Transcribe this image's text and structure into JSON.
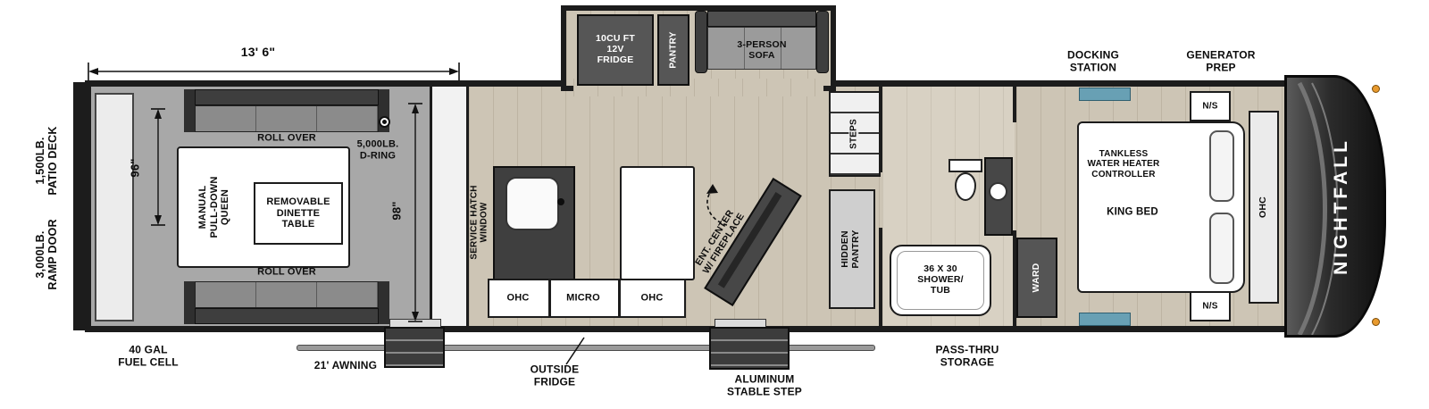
{
  "brand": "NIGHTFALL",
  "dimensions": {
    "garage_length": "13' 6\"",
    "garage_width": "96\"",
    "interior_width": "98\""
  },
  "exterior": {
    "patio_deck": "1,500LB.\nPATIO DECK",
    "ramp_door": "3,000LB.\nRAMP DOOR",
    "fuel_cell": "40 GAL\nFUEL CELL",
    "awning": "21' AWNING",
    "outside_fridge": "OUTSIDE\nFRIDGE",
    "stable_step": "ALUMINUM\nSTABLE STEP",
    "pass_thru_storage": "PASS-THRU\nSTORAGE",
    "docking_station": "DOCKING\nSTATION",
    "generator_prep": "GENERATOR\nPREP"
  },
  "garage": {
    "roll_over_top": "ROLL OVER",
    "roll_over_bottom": "ROLL OVER",
    "queen_bed": "MANUAL\nPULL-DOWN\nQUEEN",
    "dinette": "REMOVABLE\nDINETTE\nTABLE",
    "d_ring": "5,000LB.\nD-RING"
  },
  "slideout": {
    "fridge": "10CU FT\n12V\nFRIDGE",
    "pantry": "PANTRY",
    "sofa": "3-PERSON\nSOFA"
  },
  "kitchen": {
    "service_hatch": "SERVICE HATCH\nWINDOW",
    "ohc_left": "OHC",
    "micro": "MICRO",
    "ohc_right": "OHC",
    "ent_center": "ENT. CENTER\nW/ FIREPLACE"
  },
  "mid": {
    "steps": "STEPS",
    "hidden_pantry": "HIDDEN\nPANTRY",
    "shower_tub": "36 X 30\nSHOWER/\nTUB",
    "ward": "WARD"
  },
  "bedroom": {
    "water_heater": "TANKLESS\nWATER HEATER\nCONTROLLER",
    "king_bed": "KING BED",
    "nightstand_top": "N/S",
    "nightstand_bottom": "N/S",
    "ohc": "OHC"
  },
  "colors": {
    "accent_teal": "#68a0b4",
    "clearance_light": "#e89a2e",
    "wood_floor": "#cdc5b5",
    "garage_floor": "#a8a8a8",
    "dark_furniture": "#474747",
    "outline": "#1c1c1c"
  }
}
